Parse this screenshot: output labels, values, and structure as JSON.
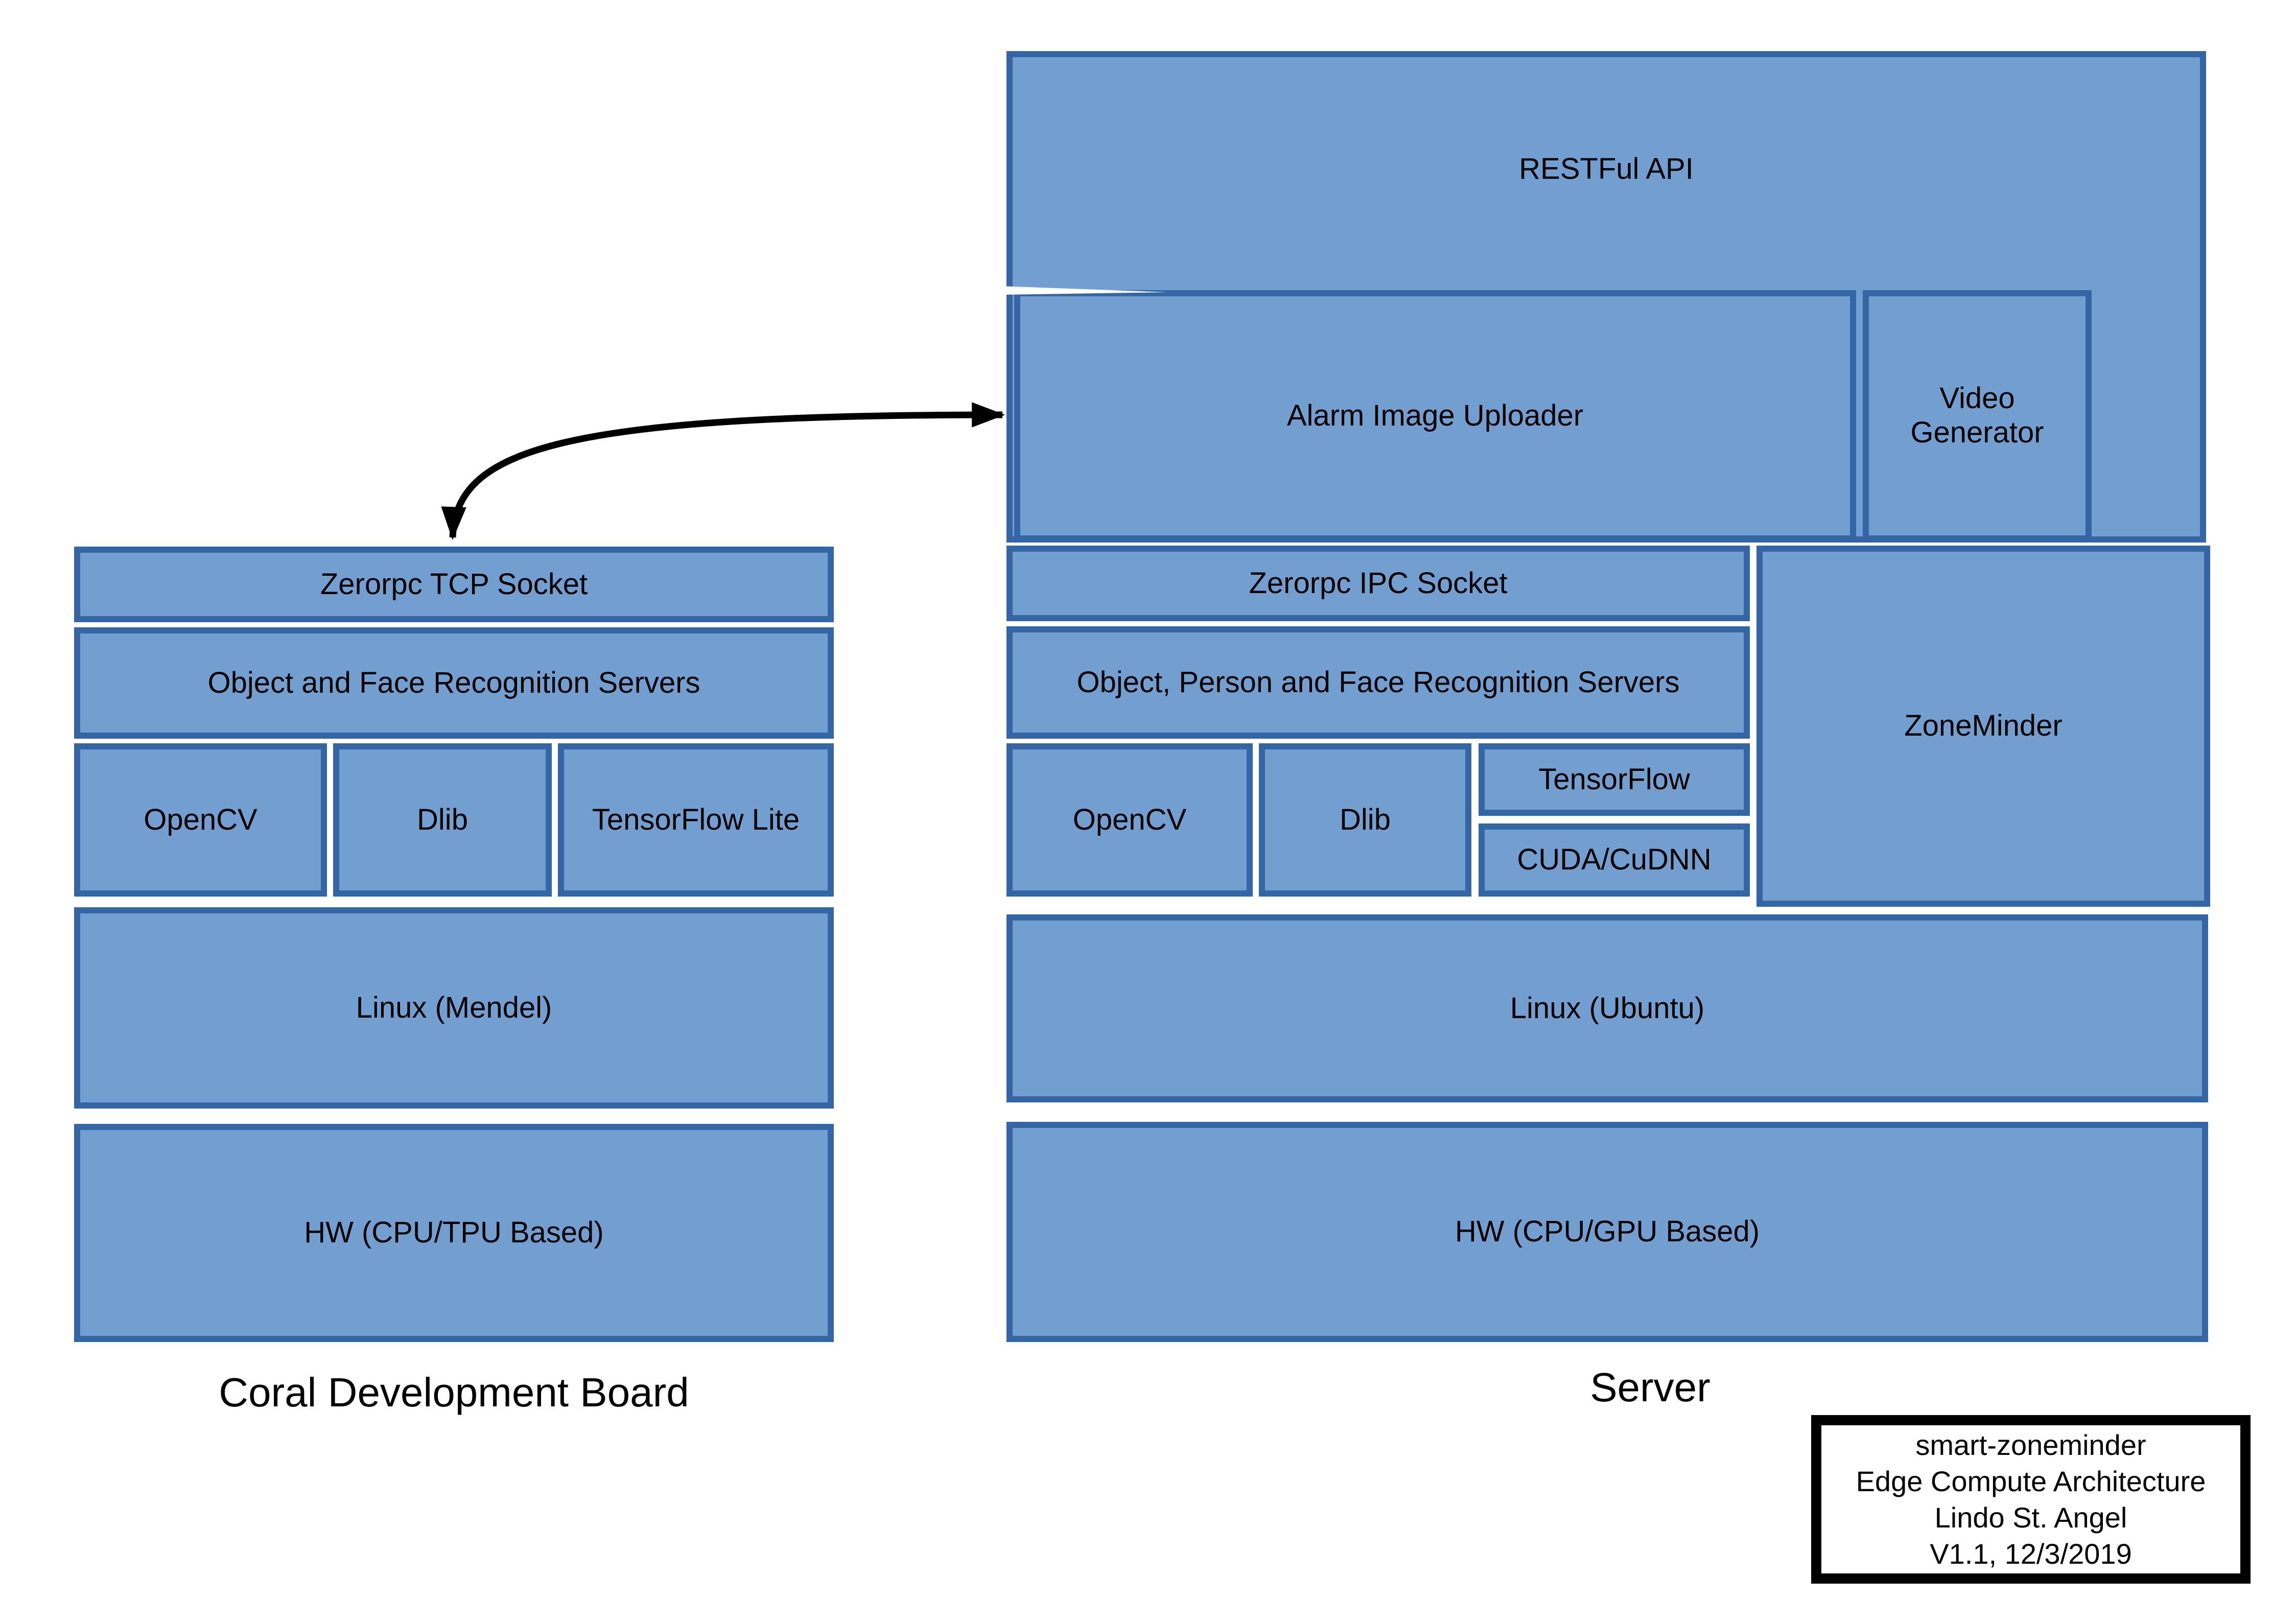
{
  "diagram": {
    "type": "software architecture stack diagram"
  },
  "colors": {
    "box_fill": "#729FCF",
    "box_border": "#3465A4",
    "text": "#000000",
    "note_border": "#000000",
    "arrow": "#000000",
    "background": "#FFFFFF"
  },
  "left_stack": {
    "title": "Coral Development Board",
    "boxes": {
      "tcp_socket": "Zerorpc TCP Socket",
      "recognition": "Object and Face Recognition Servers",
      "opencv": "OpenCV",
      "dlib": "Dlib",
      "tflite": "TensorFlow Lite",
      "os": "Linux (Mendel)",
      "hw": "HW (CPU/TPU Based)"
    }
  },
  "right_stack": {
    "title": "Server",
    "boxes": {
      "restful": "RESTFul API",
      "alarm_uploader": "Alarm Image Uploader",
      "video_generator": "Video Generator",
      "ipc_socket": "Zerorpc IPC Socket",
      "recognition": "Object, Person and Face Recognition Servers",
      "opencv": "OpenCV",
      "dlib": "Dlib",
      "tensorflow": "TensorFlow",
      "cuda": "CUDA/CuDNN",
      "zoneminder": "ZoneMinder",
      "os": "Linux (Ubuntu)",
      "hw": "HW (CPU/GPU Based)"
    }
  },
  "connector": {
    "description": "double-headed curved arrow between Zerorpc TCP Socket (Coral board) and Alarm Image Uploader (Server)"
  },
  "note_box": {
    "line1": "smart-zoneminder",
    "line2": "Edge Compute Architecture",
    "line3": "Lindo St. Angel",
    "line4": "V1.1, 12/3/2019"
  }
}
